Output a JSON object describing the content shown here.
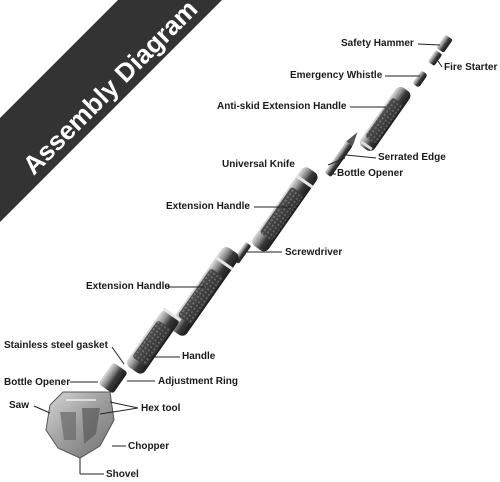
{
  "banner": {
    "title": "Assembly Diagram"
  },
  "labels": {
    "safety_hammer": "Safety Hammer",
    "fire_starter": "Fire Starter",
    "emergency_whistle": "Emergency Whistle",
    "anti_skid_extension_handle": "Anti-skid Extension Handle",
    "universal_knife": "Universal Knife",
    "serrated_edge": "Serrated Edge",
    "bottle_opener_top": "Bottle Opener",
    "extension_handle_1": "Extension Handle",
    "screwdriver": "Screwdriver",
    "extension_handle_2": "Extension Handle",
    "stainless_steel_gasket": "Stainless steel gasket",
    "handle": "Handle",
    "bottle_opener_bottom": "Bottle Opener",
    "adjustment_ring": "Adjustment Ring",
    "saw": "Saw",
    "hex_tool": "Hex tool",
    "chopper": "Chopper",
    "shovel": "Shovel"
  },
  "colors": {
    "banner": "#333333",
    "banner_text": "#ffffff",
    "metal_dark": "#2b2b2b",
    "metal_mid": "#6e6e6e",
    "metal_light": "#c9c9c9",
    "shovel_blade": "#a7a7a7"
  }
}
